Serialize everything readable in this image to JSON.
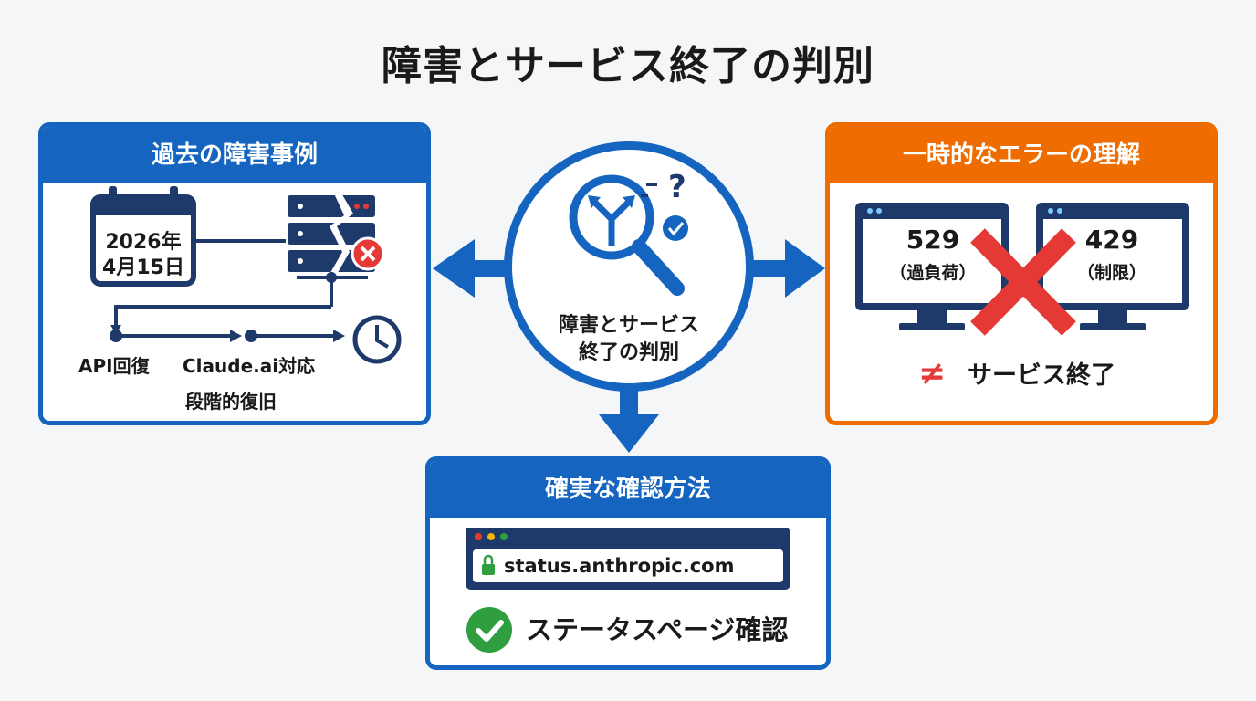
{
  "title": "障害とサービス終了の判別",
  "past": {
    "heading": "過去の障害事例",
    "date_line1": "2026年",
    "date_line2": "4月15日",
    "step_api": "API回復",
    "step_claude": "Claude.ai対応",
    "step_staged": "段階的復旧"
  },
  "center": {
    "line1": "障害とサービス",
    "line2": "終了の判別"
  },
  "temporary": {
    "heading": "一時的なエラーの理解",
    "error1_code": "529",
    "error1_label": "（過負荷）",
    "error2_code": "429",
    "error2_label": "（制限）",
    "not_equal": "≠",
    "conclusion": "サービス終了"
  },
  "confirm": {
    "heading": "確実な確認方法",
    "url": "status.anthropic.com",
    "action": "ステータスページ確認"
  },
  "colors": {
    "blue": "#1565c0",
    "navy": "#1e3a6b",
    "orange": "#ef6c00",
    "red": "#e53935",
    "green": "#2e9e3e"
  }
}
